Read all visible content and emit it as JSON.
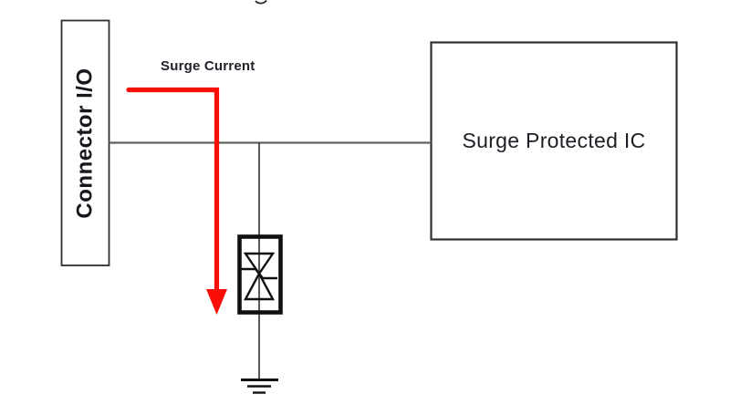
{
  "diagram": {
    "labels": {
      "connector": "Connector I/O",
      "surge_current": "Surge Current",
      "protected_ic": "Surge Protected IC"
    },
    "colors": {
      "surge_red": "#fa0e07",
      "wire": "#5d645a",
      "branch": "#3c3c3c",
      "box_border": "#2f2f2f",
      "symbol": "#101010",
      "box_fill": "#ffffff"
    },
    "symbols": {
      "tvs_diode": "bidirectional-tvs-diode",
      "ground": "earth-ground"
    }
  }
}
